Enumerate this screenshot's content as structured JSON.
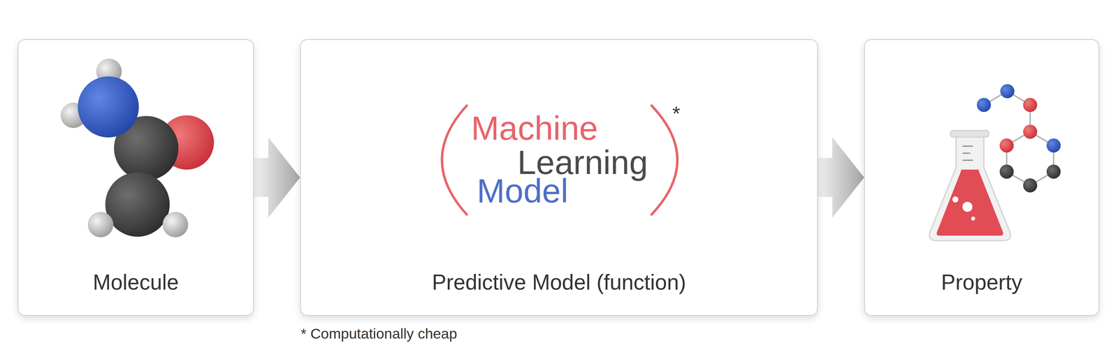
{
  "diagram": {
    "nodes": [
      {
        "text": [
          "Molecule"
        ]
      },
      {
        "text": [
          "Machine",
          "Learning",
          "Model",
          "*",
          "Predictive Model (function)"
        ]
      },
      {
        "text": [
          "Property"
        ]
      }
    ],
    "edges": [
      {
        "from": 0,
        "to": 1,
        "arrow": "to"
      },
      {
        "from": 1,
        "to": 2,
        "arrow": "to"
      }
    ],
    "labels": [
      "* Computationally cheap"
    ]
  }
}
